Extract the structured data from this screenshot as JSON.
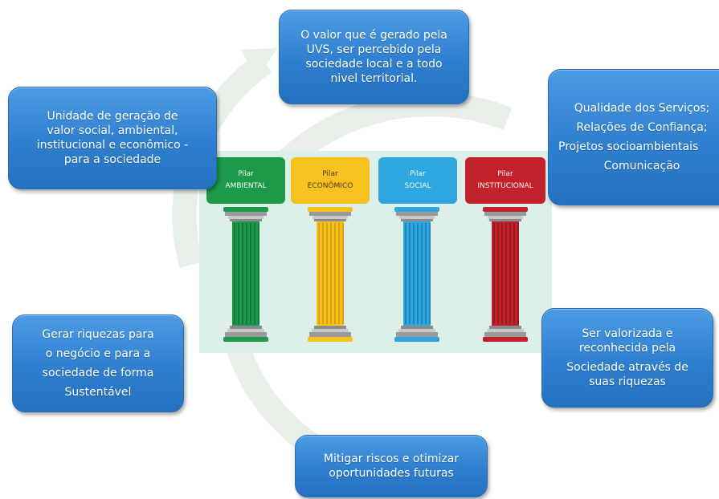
{
  "diagram": {
    "top_box": {
      "lines": [
        "O valor que é gerado pela",
        "UVS,  ser percebido pela",
        "sociedade local e a todo",
        "nivel territorial."
      ]
    },
    "top_left_box": {
      "lines": [
        "Unidade de geração de",
        "valor social, ambiental,",
        "institucional e econômico -",
        "para a sociedade"
      ]
    },
    "top_right_box": {
      "lines": [
        "Qualidade dos Serviços;",
        "Relações de Confiança;",
        "Projetos socioambientais",
        "Comunicação"
      ]
    },
    "bottom_left_box": {
      "lines": [
        "Gerar riquezas para",
        "o negócio e para a",
        "sociedade de forma",
        "Sustentável"
      ]
    },
    "bottom_right_box": {
      "lines": [
        "Ser valorizada  e",
        "reconhecida pela",
        "Sociedade através de",
        "suas riquezas"
      ]
    },
    "bottom_box": {
      "lines": [
        "Mitigar riscos e otimizar",
        "oportunidades futuras"
      ]
    },
    "pillars": [
      {
        "line1": "Pilar",
        "line2": "AMBIENTAL",
        "color": "#1c9a4a",
        "dark": "#127a38"
      },
      {
        "line1": "Pilar",
        "line2": "ECONÔMICO",
        "color": "#f7c21f",
        "dark": "#d9a10e"
      },
      {
        "line1": "Pilar",
        "line2": "SOCIAL",
        "color": "#2ea6e0",
        "dark": "#1b85bd"
      },
      {
        "line1": "Pilar",
        "line2": "INSTITUCIONAL",
        "color": "#c4222a",
        "dark": "#951a20"
      }
    ],
    "colors": {
      "box_blue": "#2f7fd0",
      "ring": "#e8efe9",
      "panel": "#dcefe8"
    }
  }
}
